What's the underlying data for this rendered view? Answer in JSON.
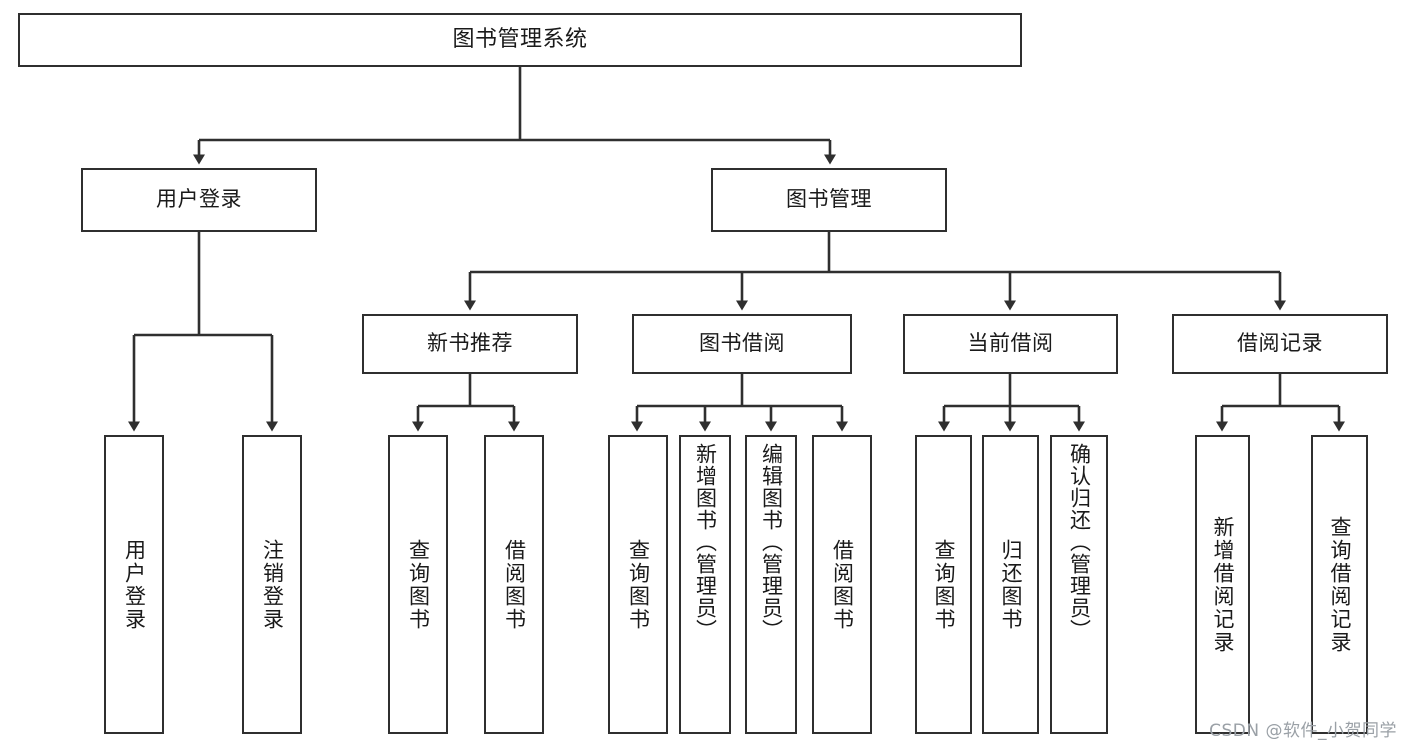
{
  "diagram": {
    "title": "图书管理系统",
    "type": "hierarchy-tree",
    "root": {
      "label": "图书管理系统"
    },
    "level2": [
      {
        "label": "用户登录"
      },
      {
        "label": "图书管理"
      }
    ],
    "level3": [
      {
        "label": "新书推荐"
      },
      {
        "label": "图书借阅"
      },
      {
        "label": "当前借阅"
      },
      {
        "label": "借阅记录"
      }
    ],
    "leaves": {
      "user_login": [
        {
          "label": "用户登录"
        },
        {
          "label": "注销登录"
        }
      ],
      "new_book_recommend": [
        {
          "label": "查询图书"
        },
        {
          "label": "借阅图书"
        }
      ],
      "book_borrow": [
        {
          "label": "查询图书"
        },
        {
          "label": "新增图书（管理员）"
        },
        {
          "label": "编辑图书（管理员）"
        },
        {
          "label": "借阅图书"
        }
      ],
      "current_borrow": [
        {
          "label": "查询图书"
        },
        {
          "label": "归还图书"
        },
        {
          "label": "确认归还（管理员）"
        }
      ],
      "borrow_records": [
        {
          "label": "新增借阅记录"
        },
        {
          "label": "查询借阅记录"
        }
      ]
    }
  },
  "watermark": {
    "text": "CSDN @软件_小贺同学"
  },
  "colors": {
    "stroke": "#2f2f2f",
    "background": "#ffffff",
    "text": "#1a1a1a",
    "watermark": "#9aa0a6"
  }
}
